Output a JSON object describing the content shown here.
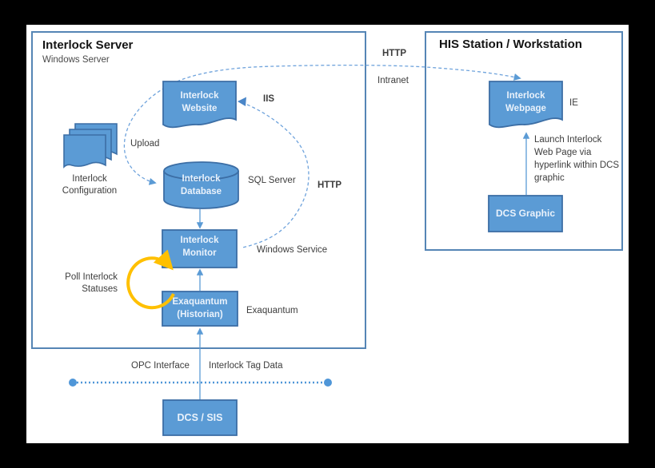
{
  "colors": {
    "shape_fill": "#5B9BD5",
    "shape_border": "#3C6EA5",
    "container_border": "#5585B5",
    "connector": "#5B9BD5",
    "dashed_link": "#6FA3DC",
    "dotted_line": "#4F96D8",
    "poll_arrow": "#FFC000",
    "frame": "#000000",
    "label_text": "#3D3D3D",
    "shape_text": "#EAF2FB"
  },
  "server": {
    "title": "Interlock Server",
    "subtitle": "Windows Server",
    "website_line1": "Interlock",
    "website_line2": "Website",
    "iis_label": "IIS",
    "config_line1": "Interlock",
    "config_line2": "Configuration",
    "upload_label": "Upload",
    "database_line1": "Interlock",
    "database_line2": "Database",
    "sql_label": "SQL Server",
    "http_label": "HTTP",
    "monitor_line1": "Interlock",
    "monitor_line2": "Monitor",
    "monitor_label": "Windows Service",
    "historian_line1": "Exaquantum",
    "historian_line2": "(Historian)",
    "historian_label": "Exaquantum",
    "poll_line1": "Poll Interlock",
    "poll_line2": "Statuses"
  },
  "his": {
    "title": "HIS Station / Workstation",
    "webpage_line1": "Interlock",
    "webpage_line2": "Webpage",
    "ie_label": "IE",
    "launch_note": "Launch Interlock Web Page via hyperlink within DCS graphic",
    "dcs_graphic_label": "DCS Graphic"
  },
  "links": {
    "http_label": "HTTP",
    "intranet_label": "Intranet",
    "opc_label": "OPC Interface",
    "tag_label": "Interlock Tag Data"
  },
  "dcs_sis_label": "DCS / SIS"
}
